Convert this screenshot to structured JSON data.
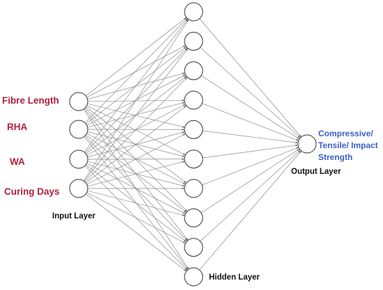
{
  "input_nodes": [
    "Fibre Length",
    "RHA",
    "WA",
    "Curing Days"
  ],
  "layers": {
    "input": "Input Layer",
    "hidden": "Hidden Layer",
    "output": "Output Layer"
  },
  "hidden_node_count": 10,
  "output_label": [
    "Compressive/",
    "Tensile/ Impact",
    "Strength"
  ],
  "colors": {
    "input_text": "#b02040",
    "output_text": "#3b5fc6",
    "layer_text": "#111111",
    "edge": "#8a8a8a",
    "node_stroke": "#333333"
  }
}
